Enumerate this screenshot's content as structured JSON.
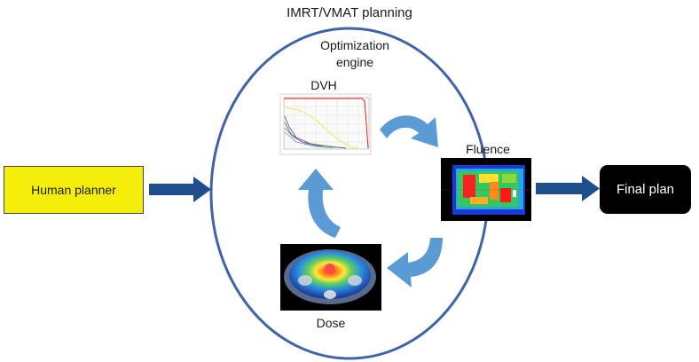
{
  "title": "IMRT/VMAT planning",
  "engine_label": "Optimization\nengine",
  "nodes": {
    "human_planner": "Human planner",
    "final_plan": "Final plan",
    "dvh": "DVH",
    "fluence": "Fluence",
    "dose": "Dose"
  },
  "colors": {
    "circle": "#4063a8",
    "flow_arrow": "#1f4e8c",
    "cycle_arrow": "#5b9bd5",
    "human_fill": "#f5ee0b",
    "final_fill": "#000000"
  }
}
